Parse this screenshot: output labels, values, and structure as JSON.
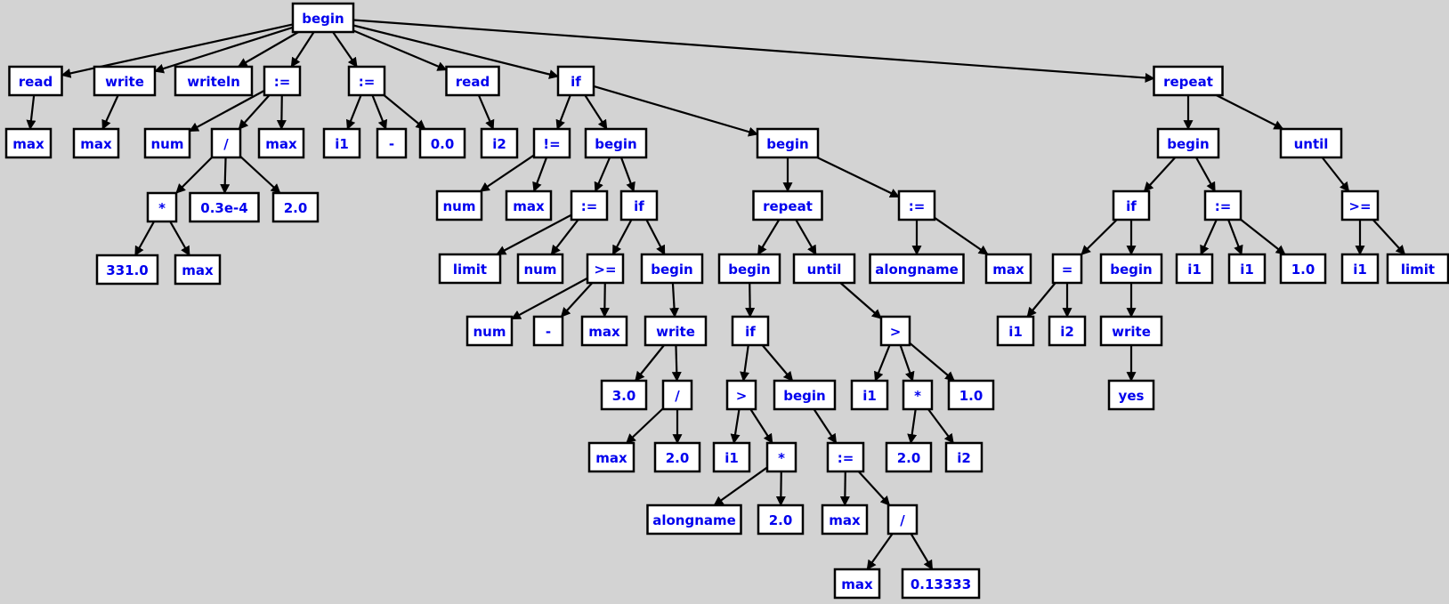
{
  "colors": {
    "background": "#d3d3d3",
    "node_fill": "#ffffff",
    "node_border": "#000000",
    "label": "#0000ee",
    "edge": "#000000"
  },
  "nodes": [
    {
      "id": "n0",
      "label": "begin"
    },
    {
      "id": "n1",
      "label": "read"
    },
    {
      "id": "n2",
      "label": "max"
    },
    {
      "id": "n3",
      "label": "write"
    },
    {
      "id": "n4",
      "label": "max"
    },
    {
      "id": "n5",
      "label": "writeln"
    },
    {
      "id": "n6",
      "label": ":="
    },
    {
      "id": "n7",
      "label": "num"
    },
    {
      "id": "n8",
      "label": "/"
    },
    {
      "id": "n9",
      "label": "max"
    },
    {
      "id": "n10",
      "label": "*"
    },
    {
      "id": "n11",
      "label": "0.3e-4"
    },
    {
      "id": "n12",
      "label": "2.0"
    },
    {
      "id": "n13",
      "label": "331.0"
    },
    {
      "id": "n14",
      "label": "max"
    },
    {
      "id": "n15",
      "label": ":="
    },
    {
      "id": "n16",
      "label": "i1"
    },
    {
      "id": "n17",
      "label": "-"
    },
    {
      "id": "n18",
      "label": "0.0"
    },
    {
      "id": "n19",
      "label": "read"
    },
    {
      "id": "n20",
      "label": "i2"
    },
    {
      "id": "n21",
      "label": "if"
    },
    {
      "id": "n22",
      "label": "!="
    },
    {
      "id": "n23",
      "label": "num"
    },
    {
      "id": "n24",
      "label": "max"
    },
    {
      "id": "n25",
      "label": "begin"
    },
    {
      "id": "n26",
      "label": ":="
    },
    {
      "id": "n27",
      "label": "limit"
    },
    {
      "id": "n28",
      "label": "num"
    },
    {
      "id": "n29",
      "label": "if"
    },
    {
      "id": "n30",
      "label": ">="
    },
    {
      "id": "n31",
      "label": "num"
    },
    {
      "id": "n32",
      "label": "-"
    },
    {
      "id": "n33",
      "label": "max"
    },
    {
      "id": "n34",
      "label": "begin"
    },
    {
      "id": "n35",
      "label": "write"
    },
    {
      "id": "n36",
      "label": "3.0"
    },
    {
      "id": "n37",
      "label": "/"
    },
    {
      "id": "n38",
      "label": "max"
    },
    {
      "id": "n39",
      "label": "2.0"
    },
    {
      "id": "n40",
      "label": "begin"
    },
    {
      "id": "n41",
      "label": "repeat"
    },
    {
      "id": "n42",
      "label": "begin"
    },
    {
      "id": "n43",
      "label": "if"
    },
    {
      "id": "n44",
      "label": ">"
    },
    {
      "id": "n45",
      "label": "i1"
    },
    {
      "id": "n46",
      "label": "*"
    },
    {
      "id": "n47",
      "label": "alongname"
    },
    {
      "id": "n48",
      "label": "2.0"
    },
    {
      "id": "n49",
      "label": "begin"
    },
    {
      "id": "n50",
      "label": ":="
    },
    {
      "id": "n51",
      "label": "max"
    },
    {
      "id": "n52",
      "label": "/"
    },
    {
      "id": "n53",
      "label": "max"
    },
    {
      "id": "n54",
      "label": "0.13333"
    },
    {
      "id": "n55",
      "label": "until"
    },
    {
      "id": "n56",
      "label": ">"
    },
    {
      "id": "n57",
      "label": "i1"
    },
    {
      "id": "n58",
      "label": "*"
    },
    {
      "id": "n59",
      "label": "2.0"
    },
    {
      "id": "n60",
      "label": "i2"
    },
    {
      "id": "n61",
      "label": "1.0"
    },
    {
      "id": "n62",
      "label": ":="
    },
    {
      "id": "n63",
      "label": "alongname"
    },
    {
      "id": "n64",
      "label": "max"
    },
    {
      "id": "n65",
      "label": "repeat"
    },
    {
      "id": "n66",
      "label": "begin"
    },
    {
      "id": "n67",
      "label": "if"
    },
    {
      "id": "n68",
      "label": "="
    },
    {
      "id": "n69",
      "label": "i1"
    },
    {
      "id": "n70",
      "label": "i2"
    },
    {
      "id": "n71",
      "label": "begin"
    },
    {
      "id": "n72",
      "label": "write"
    },
    {
      "id": "n73",
      "label": "yes"
    },
    {
      "id": "n74",
      "label": ":="
    },
    {
      "id": "n75",
      "label": "i1"
    },
    {
      "id": "n76",
      "label": "i1"
    },
    {
      "id": "n77",
      "label": "1.0"
    },
    {
      "id": "n78",
      "label": "until"
    },
    {
      "id": "n79",
      "label": ">="
    },
    {
      "id": "n80",
      "label": "i1"
    },
    {
      "id": "n81",
      "label": "limit"
    }
  ],
  "edges": [
    [
      "n0",
      "n1"
    ],
    [
      "n0",
      "n3"
    ],
    [
      "n0",
      "n5"
    ],
    [
      "n0",
      "n6"
    ],
    [
      "n0",
      "n15"
    ],
    [
      "n0",
      "n19"
    ],
    [
      "n0",
      "n21"
    ],
    [
      "n0",
      "n65"
    ],
    [
      "n1",
      "n2"
    ],
    [
      "n3",
      "n4"
    ],
    [
      "n6",
      "n7"
    ],
    [
      "n6",
      "n8"
    ],
    [
      "n6",
      "n9"
    ],
    [
      "n8",
      "n10"
    ],
    [
      "n8",
      "n11"
    ],
    [
      "n8",
      "n12"
    ],
    [
      "n10",
      "n13"
    ],
    [
      "n10",
      "n14"
    ],
    [
      "n15",
      "n16"
    ],
    [
      "n15",
      "n17"
    ],
    [
      "n15",
      "n18"
    ],
    [
      "n19",
      "n20"
    ],
    [
      "n21",
      "n22"
    ],
    [
      "n21",
      "n25"
    ],
    [
      "n21",
      "n40"
    ],
    [
      "n22",
      "n23"
    ],
    [
      "n22",
      "n24"
    ],
    [
      "n25",
      "n26"
    ],
    [
      "n25",
      "n29"
    ],
    [
      "n26",
      "n27"
    ],
    [
      "n26",
      "n28"
    ],
    [
      "n29",
      "n30"
    ],
    [
      "n29",
      "n34"
    ],
    [
      "n30",
      "n31"
    ],
    [
      "n30",
      "n32"
    ],
    [
      "n30",
      "n33"
    ],
    [
      "n34",
      "n35"
    ],
    [
      "n35",
      "n36"
    ],
    [
      "n35",
      "n37"
    ],
    [
      "n37",
      "n38"
    ],
    [
      "n37",
      "n39"
    ],
    [
      "n40",
      "n41"
    ],
    [
      "n40",
      "n62"
    ],
    [
      "n41",
      "n42"
    ],
    [
      "n41",
      "n55"
    ],
    [
      "n42",
      "n43"
    ],
    [
      "n43",
      "n44"
    ],
    [
      "n43",
      "n49"
    ],
    [
      "n44",
      "n45"
    ],
    [
      "n44",
      "n46"
    ],
    [
      "n46",
      "n47"
    ],
    [
      "n46",
      "n48"
    ],
    [
      "n49",
      "n50"
    ],
    [
      "n50",
      "n51"
    ],
    [
      "n50",
      "n52"
    ],
    [
      "n52",
      "n53"
    ],
    [
      "n52",
      "n54"
    ],
    [
      "n55",
      "n56"
    ],
    [
      "n56",
      "n57"
    ],
    [
      "n56",
      "n58"
    ],
    [
      "n56",
      "n61"
    ],
    [
      "n58",
      "n59"
    ],
    [
      "n58",
      "n60"
    ],
    [
      "n62",
      "n63"
    ],
    [
      "n62",
      "n64"
    ],
    [
      "n65",
      "n66"
    ],
    [
      "n65",
      "n78"
    ],
    [
      "n66",
      "n67"
    ],
    [
      "n66",
      "n74"
    ],
    [
      "n67",
      "n68"
    ],
    [
      "n67",
      "n71"
    ],
    [
      "n68",
      "n69"
    ],
    [
      "n68",
      "n70"
    ],
    [
      "n71",
      "n72"
    ],
    [
      "n72",
      "n73"
    ],
    [
      "n74",
      "n75"
    ],
    [
      "n74",
      "n76"
    ],
    [
      "n74",
      "n77"
    ],
    [
      "n78",
      "n79"
    ],
    [
      "n79",
      "n80"
    ],
    [
      "n79",
      "n81"
    ]
  ]
}
